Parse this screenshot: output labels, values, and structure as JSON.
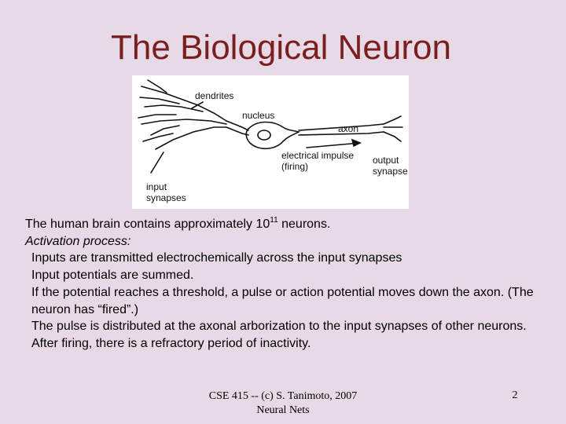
{
  "slide": {
    "title": "The Biological Neuron",
    "figure": {
      "labels": {
        "dendrites": "dendrites",
        "nucleus": "nucleus",
        "axon": "axon",
        "impulse_line1": "electrical impulse",
        "impulse_line2": "(firing)",
        "output_line1": "output",
        "output_line2": "synapse",
        "input_line1": "input",
        "input_line2": "synapses"
      }
    },
    "body": {
      "line1_pre": "The human brain contains approximately 10",
      "line1_sup": "11",
      "line1_post": " neurons.",
      "line2": "Activation process:",
      "line3": "Inputs are transmitted electrochemically across the input synapses",
      "line4": "Input potentials are summed.",
      "line5": "If the potential reaches a threshold, a pulse or action potential moves down the axon.  (The neuron has “fired”.)",
      "line6": "The pulse is distributed at the axonal arborization to the input synapses of other neurons.",
      "line7": "After firing, there is a refractory period of inactivity."
    },
    "footer": {
      "course": "CSE 415 -- (c) S. Tanimoto, 2007",
      "topic": "Neural Nets",
      "page_number": "2"
    }
  }
}
